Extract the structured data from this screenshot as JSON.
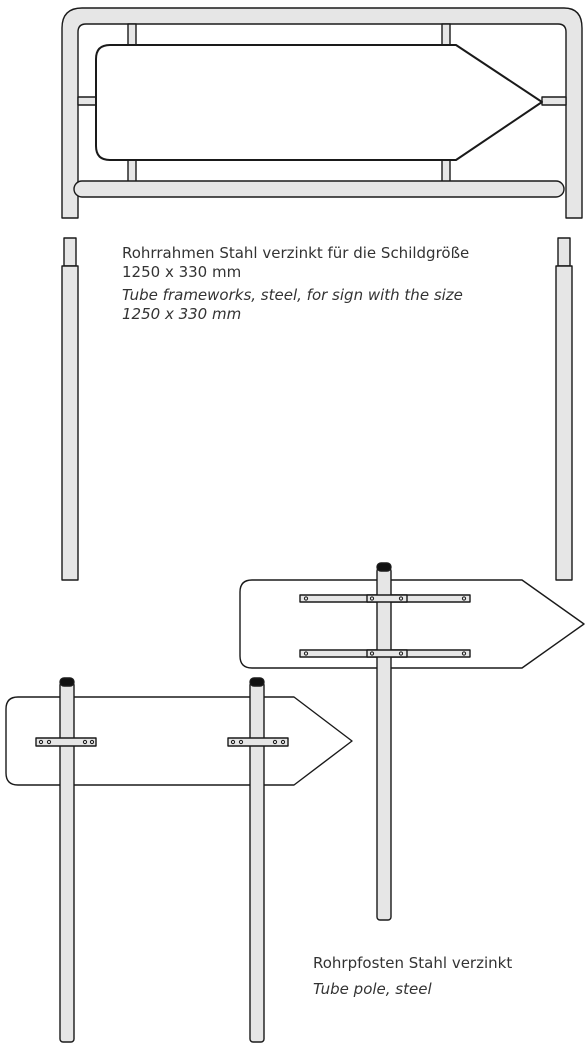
{
  "frame_caption": {
    "de_line1": "Rohrrahmen Stahl verzinkt für die Schildgröße",
    "de_line2": "1250 x 330 mm",
    "en_line1": "Tube frameworks, steel, for sign with the size",
    "en_line2": "1250 x 330 mm"
  },
  "pole_caption": {
    "de": "Rohrpfosten Stahl verzinkt",
    "en": "Tube pole, steel"
  },
  "colors": {
    "tube_fill": "#e6e6e6",
    "stroke": "#1a1a1a",
    "pole_cap": "#111111",
    "sign_fill": "#ffffff"
  }
}
